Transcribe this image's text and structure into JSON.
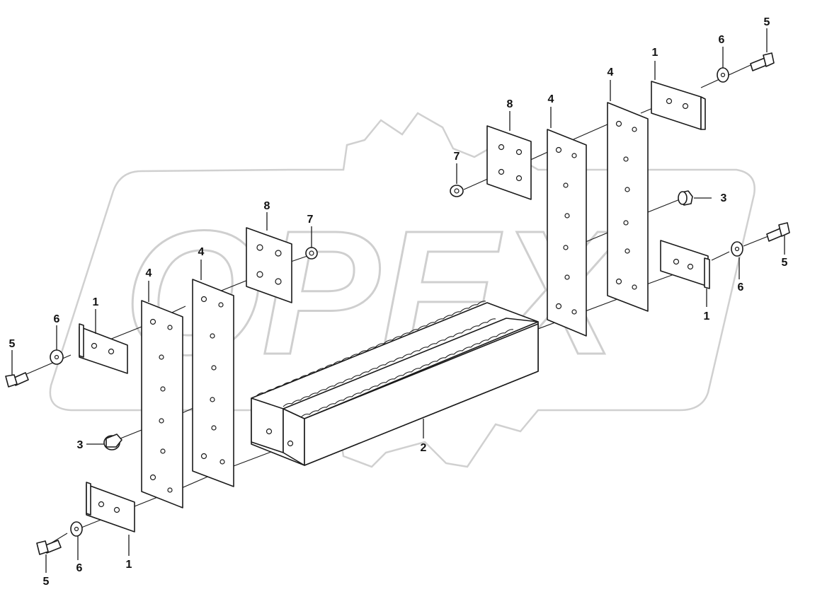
{
  "watermark": {
    "text": "OPEX",
    "color": "#cfcfcf"
  },
  "callouts": [
    "1",
    "2",
    "3",
    "4",
    "5",
    "6",
    "7",
    "8"
  ],
  "line_color": "#1a1a1a"
}
